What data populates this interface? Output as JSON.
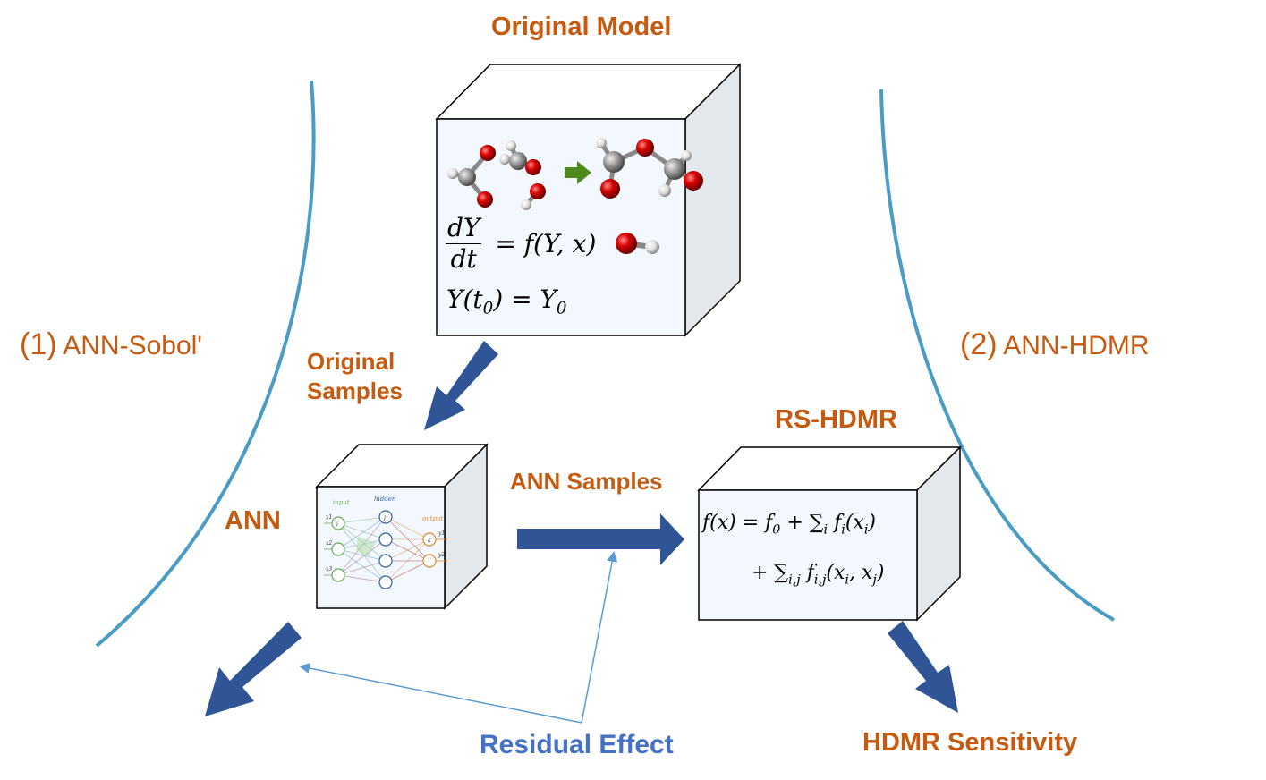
{
  "labels": {
    "original_model": "Original Model",
    "original_samples_line1": "Original",
    "original_samples_line2": "Samples",
    "ann": "ANN",
    "ann_samples": "ANN Samples",
    "rs_hdmr": "RS-HDMR",
    "hdmr_sensitivity": "HDMR Sensitivity",
    "residual_effect": "Residual Effect",
    "path1_num": "(1)",
    "path1_name": "ANN-Sobol'",
    "path2_num": "(2)",
    "path2_name": "ANN-HDMR"
  },
  "equations": {
    "ode_num": "dY",
    "ode_den": "dt",
    "ode_rhs": "= f(Y, x)",
    "initial": "Y(t",
    "initial_sub": "0",
    "initial_rhs": ") = Y",
    "initial_rhs_sub": "0",
    "hdmr_line1_lhs": "f(x) = f",
    "hdmr_line1_sub0": "0",
    "hdmr_line1_plus": " + ∑",
    "hdmr_line1_sumsub": "i",
    "hdmr_line1_term": " f",
    "hdmr_line1_term_sub": "i",
    "hdmr_line1_arg": "(x",
    "hdmr_line1_arg_sub": "i",
    "hdmr_line1_close": ")",
    "hdmr_line2_plus": "+ ∑",
    "hdmr_line2_sumsub": "i,j",
    "hdmr_line2_term": " f",
    "hdmr_line2_term_sub": "i,j",
    "hdmr_line2_arg": "(x",
    "hdmr_line2_arg_sub1": "i",
    "hdmr_line2_mid": ", x",
    "hdmr_line2_arg_sub2": "j",
    "hdmr_line2_close": ")"
  },
  "ann_figure": {
    "layer_input": "input",
    "layer_hidden": "hidden",
    "layer_output": "output",
    "node_i": "i",
    "node_j": "j",
    "node_k": "k",
    "x1": "x1",
    "x2": "x2",
    "x3": "x3",
    "y1": "y1",
    "y2": "y2"
  },
  "colors": {
    "orange": "#C55A11",
    "blue_label": "#4472C4",
    "arc_blue": "#4A9CC5",
    "arrow_dark_blue": "#2F5597",
    "thin_arrow_blue": "#5B9BD5",
    "box_face": "#F2F8FD",
    "box_side": "#E3E8EC",
    "box_top": "#FFFFFF",
    "oxygen": "#D00000",
    "carbon": "#909090",
    "hydrogen": "#E8E8E8",
    "reaction_arrow": "#4E8A1E"
  }
}
